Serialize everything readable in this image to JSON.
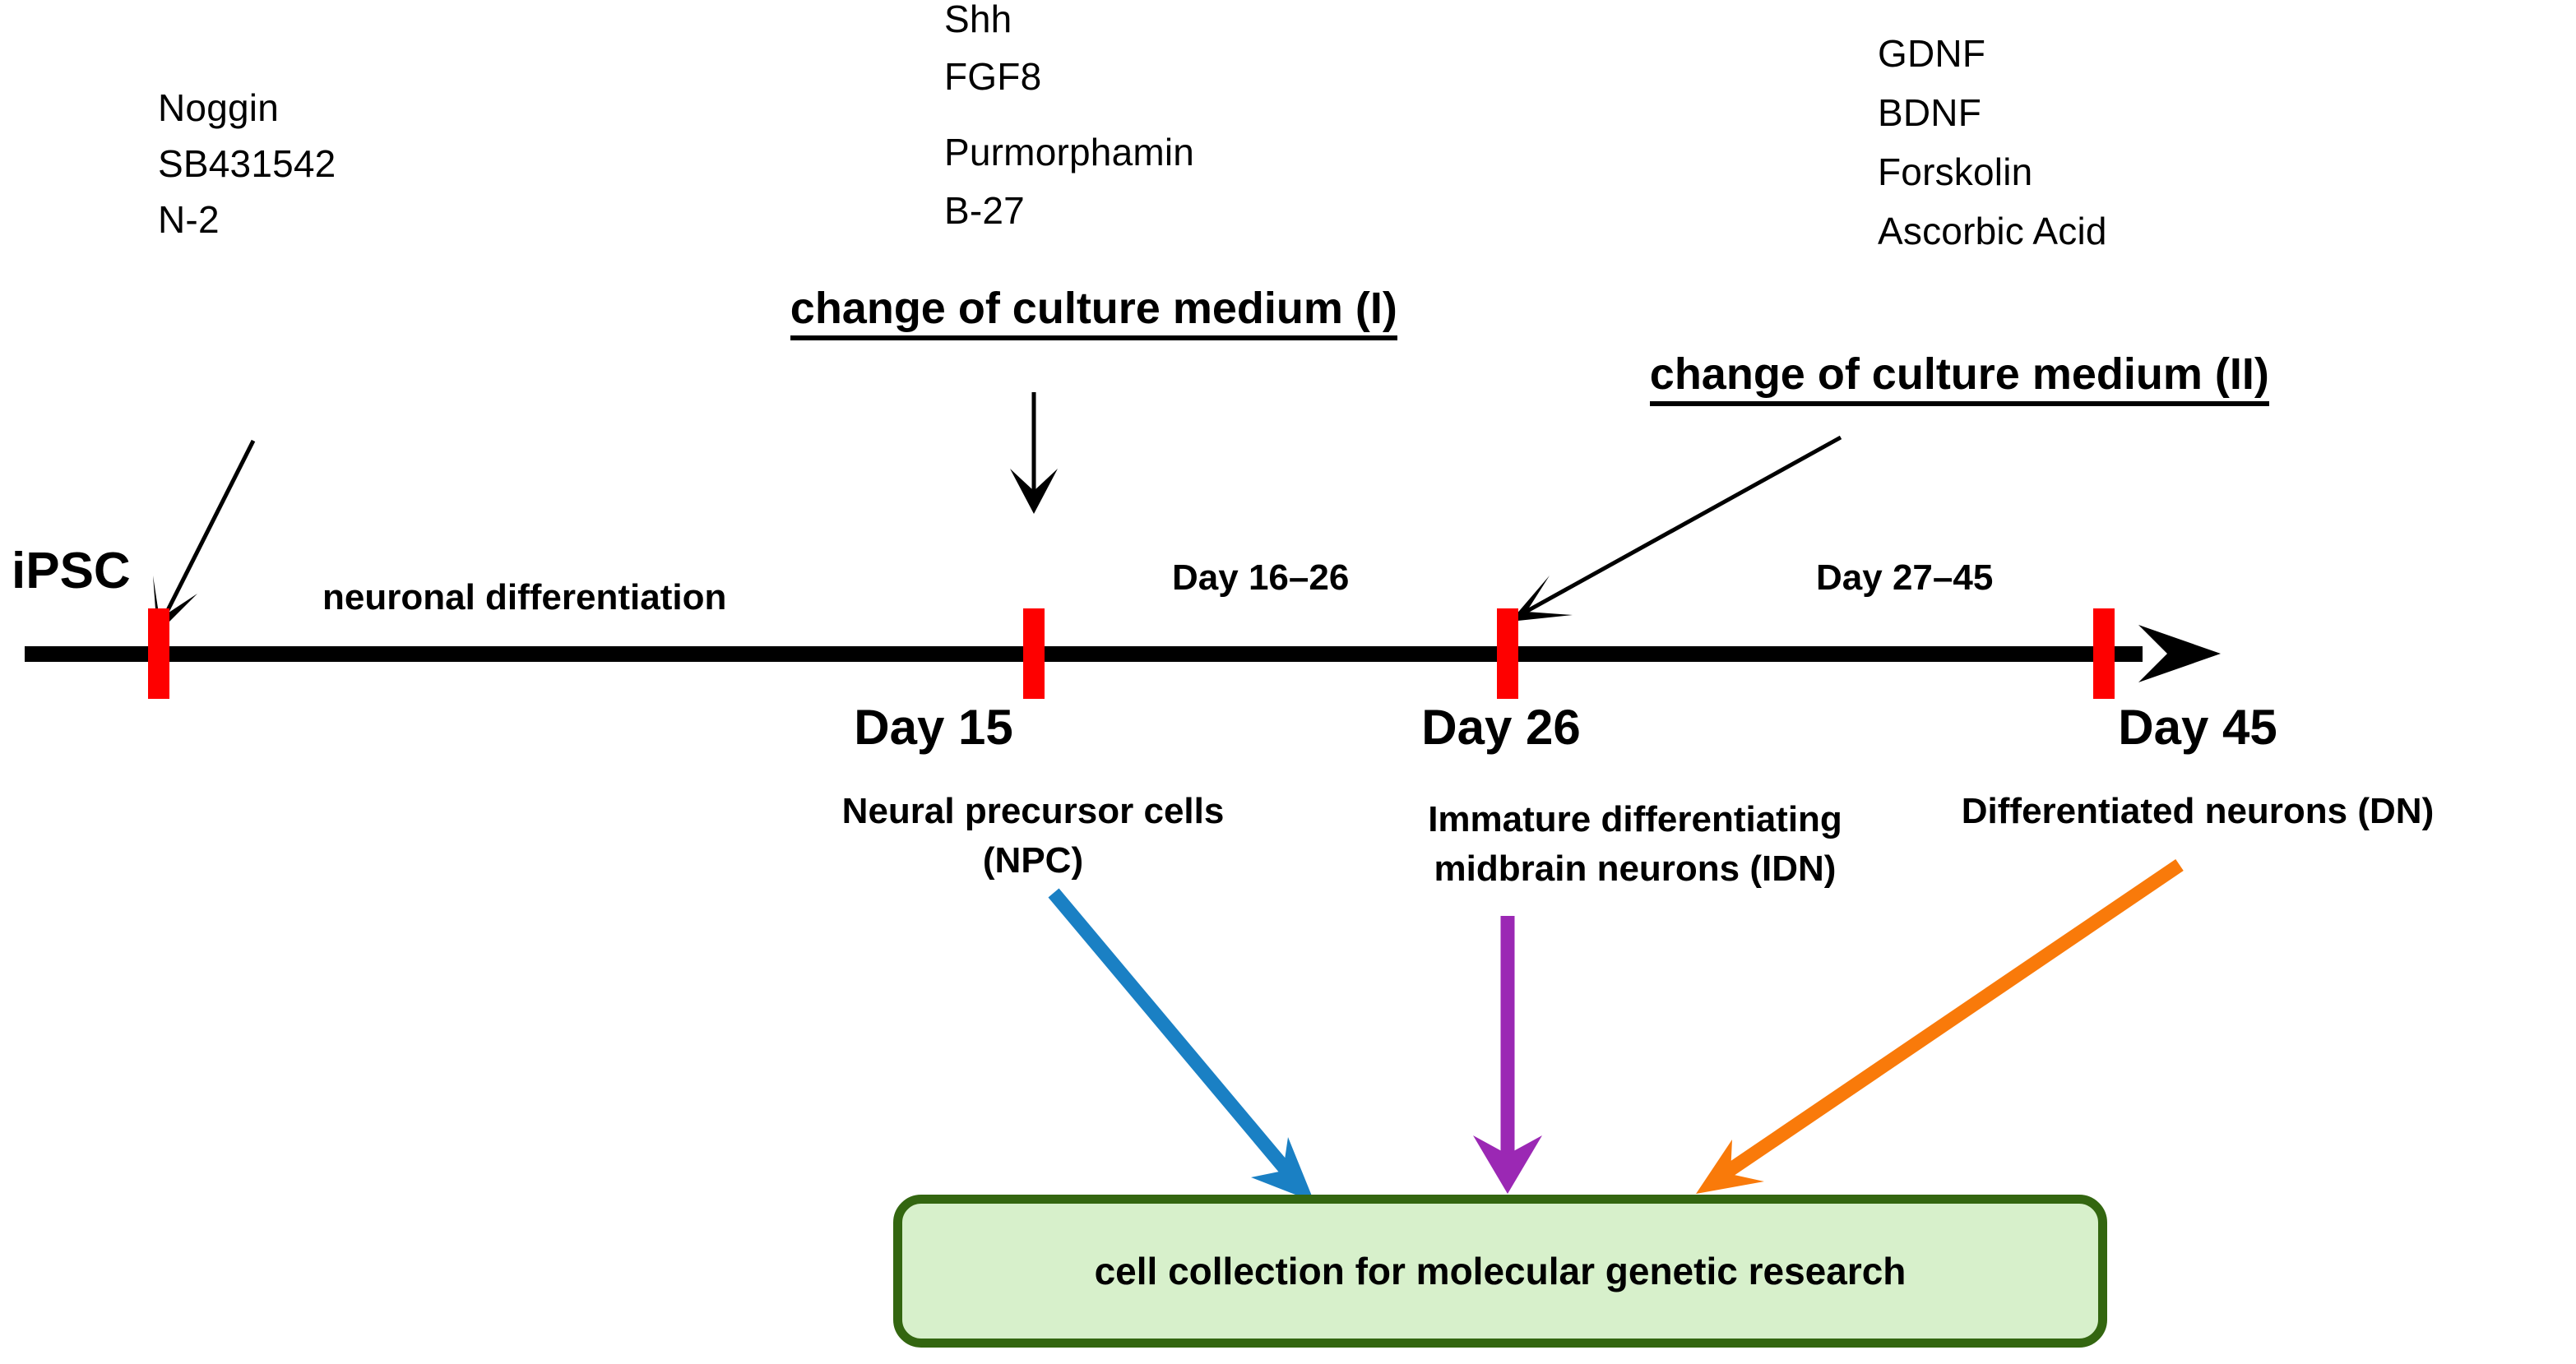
{
  "diagram": {
    "title_present": false,
    "colors": {
      "tick_red": "#fe0000",
      "axis_black": "#000000",
      "box_fill": "#d7f0cb",
      "box_border": "#336610",
      "arrow_npc_blue": "#1a80c4",
      "arrow_idn_purple": "#9b28b4",
      "arrow_dn_orange": "#f97a0a"
    }
  },
  "reagent_groups": [
    {
      "id": "group-ipsc",
      "items": [
        "Noggin",
        "SB431542",
        "N-2"
      ]
    },
    {
      "id": "group-medium-1",
      "items": [
        "Shh",
        "FGF8",
        "Purmorphamin",
        "B-27"
      ],
      "heading": "change of culture medium (I)"
    },
    {
      "id": "group-medium-2",
      "items": [
        "GDNF",
        "BDNF",
        "Forskolin",
        "Ascorbic Acid"
      ],
      "heading": "change of culture medium (II)"
    }
  ],
  "timeline": {
    "start_label": "iPSC",
    "phases": [
      {
        "label": "neuronal differentiation"
      },
      {
        "label": "Day 16–26"
      },
      {
        "label": "Day 27–45"
      }
    ],
    "milestones": [
      {
        "day": "Day 15",
        "description_line1": "Neural precursor cells",
        "description_line2": "(NPC)"
      },
      {
        "day": "Day 26",
        "description_line1": "Immature differentiating",
        "description_line2": "midbrain neurons (IDN)"
      },
      {
        "day": "Day 45",
        "description_line1": "Differentiated neurons (DN)",
        "description_line2": ""
      }
    ]
  },
  "collection": {
    "label": "cell collection for molecular genetic research"
  }
}
